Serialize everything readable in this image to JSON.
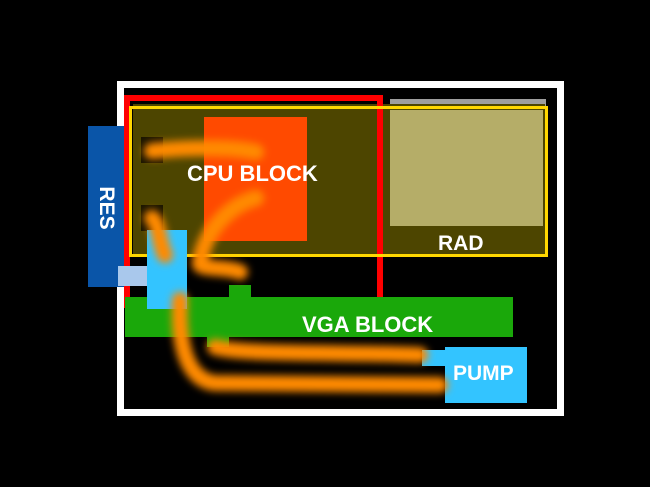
{
  "labels": {
    "res": "RES",
    "cpu": "CPU BLOCK",
    "rad": "RAD",
    "vga": "VGA BLOCK",
    "pump": "PUMP"
  },
  "colors": {
    "background": "#000000",
    "case_border": "#ffffff",
    "res": "#0a55a8",
    "cpu": "#ff4a00",
    "cpu_outline": "#ff0000",
    "rad_outline": "#ffd700",
    "rad_core": "#b5ad68",
    "rad_fan_strip": "#9e9e9e",
    "motherboard": "#4d4500",
    "vga": "#1aa80a",
    "pump": "#33c4ff",
    "tubing": "#ff8a00"
  }
}
